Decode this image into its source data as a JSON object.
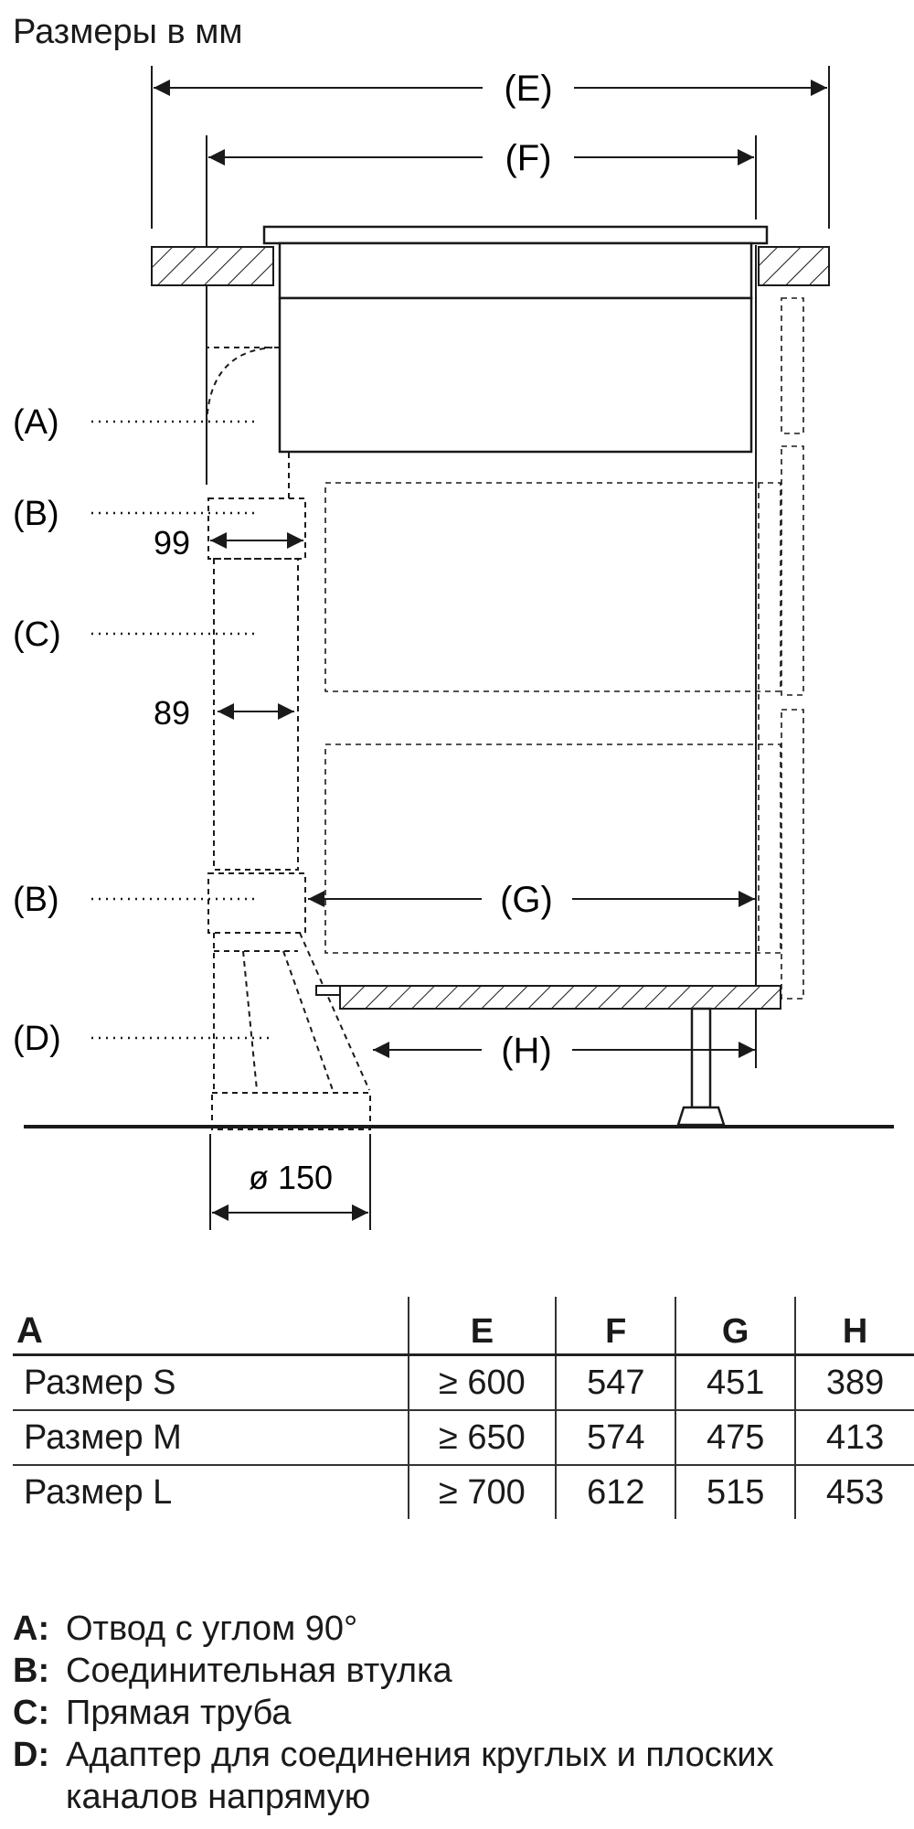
{
  "title": "Размеры в мм",
  "labels": {
    "A": "(A)",
    "B": "(B)",
    "C": "(C)",
    "D": "(D)",
    "E": "(E)",
    "F": "(F)",
    "G": "(G)",
    "H": "(H)"
  },
  "dims": {
    "d99": "99",
    "d89": "89",
    "d150": "ø 150"
  },
  "table": {
    "headers": [
      "A",
      "E",
      "F",
      "G",
      "H"
    ],
    "rows": [
      [
        "Размер S",
        "≥ 600",
        "547",
        "451",
        "389"
      ],
      [
        "Размер M",
        "≥ 650",
        "574",
        "475",
        "413"
      ],
      [
        "Размер L",
        "≥ 700",
        "612",
        "515",
        "453"
      ]
    ]
  },
  "legend": [
    {
      "key": "A:",
      "text": "Отвод с углом 90°"
    },
    {
      "key": "B:",
      "text": "Соединительная втулка"
    },
    {
      "key": "C:",
      "text": "Прямая труба"
    },
    {
      "key": "D:",
      "text": "Адаптер для соединения круглых и плоских каналов напрямую"
    }
  ]
}
